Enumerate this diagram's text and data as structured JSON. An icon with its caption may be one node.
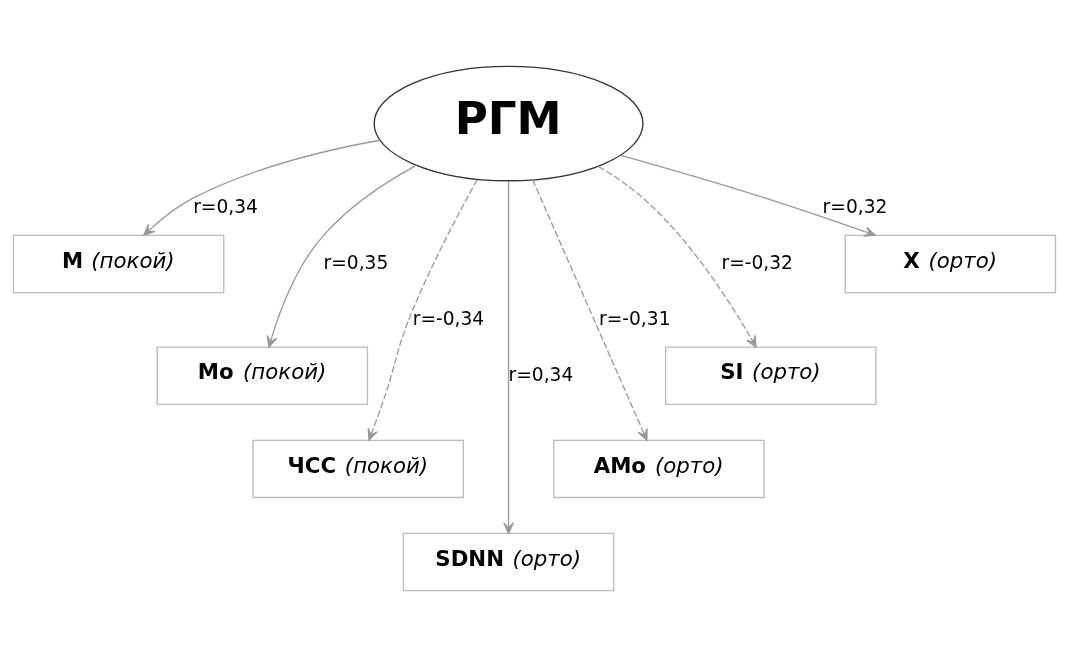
{
  "diagram": {
    "nodes": [
      {
        "text": [
          "РГМ"
        ]
      },
      {
        "text": [
          "М (покой)"
        ]
      },
      {
        "text": [
          "X (орто)"
        ]
      },
      {
        "text": [
          "Мо (покой)"
        ]
      },
      {
        "text": [
          "SI (орто)"
        ]
      },
      {
        "text": [
          "ЧСС (покой)"
        ]
      },
      {
        "text": [
          "AMo (орто)"
        ]
      },
      {
        "text": [
          "SDNN (орто)"
        ]
      }
    ],
    "edges": [
      {
        "from": 0,
        "to": 1,
        "arrow": "to",
        "label": "r=0,34"
      },
      {
        "from": 0,
        "to": 3,
        "arrow": "to",
        "label": "r=0,35"
      },
      {
        "from": 0,
        "to": 5,
        "arrow": "to",
        "label": "r=-0,34",
        "style": "dashed"
      },
      {
        "from": 0,
        "to": 7,
        "arrow": "to",
        "label": "r=0,34"
      },
      {
        "from": 0,
        "to": 6,
        "arrow": "to",
        "label": "r=-0,31",
        "style": "dashed"
      },
      {
        "from": 0,
        "to": 4,
        "arrow": "to",
        "label": "r=-0,32",
        "style": "dashed"
      },
      {
        "from": 0,
        "to": 2,
        "arrow": "to",
        "label": "r=0,32"
      }
    ]
  }
}
